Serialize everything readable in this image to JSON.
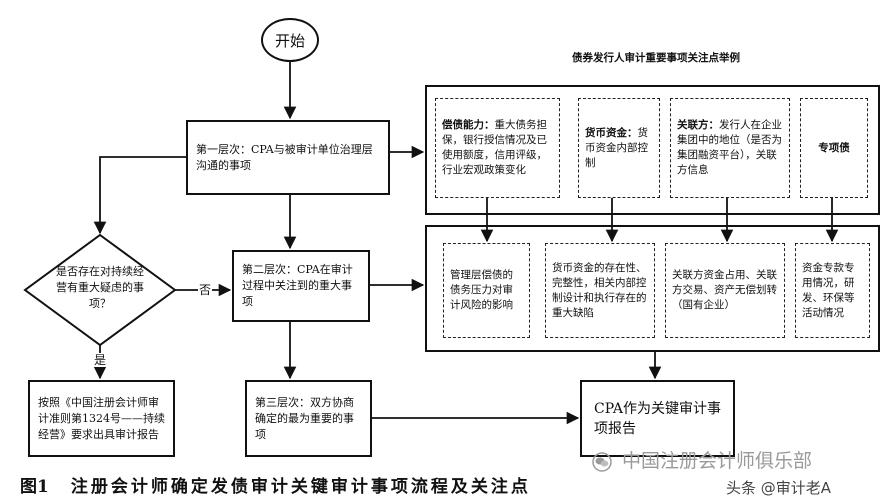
{
  "diagram_title": "债券发行人审计重要事项关注点举例",
  "start_label": "开始",
  "level1": "第一层次：CPA与被审计单位治理层沟通的事项",
  "level2": "第二层次：CPA在审计过程中关注到的重大事项",
  "level3": "第三层次：双方协商确定的最为重要的事项",
  "decision": {
    "question": "是否存在对持续经营有重大疑虑的事项？",
    "yes_label": "是",
    "no_label": "否"
  },
  "going_concern_report": "按照《中国注册会计师审计准则第1324号——持续经营》要求出具审计报告",
  "kam_report": "CPA作为关键审计事项报告",
  "focus_points": [
    {
      "heading": "偿债能力：",
      "text": "重大债务担保，银行授信情况及已使用额度，信用评级，行业宏观政策变化"
    },
    {
      "heading": "货币资金：",
      "text": "货币资金内部控制"
    },
    {
      "heading": "关联方：",
      "text": "发行人在企业集团中的地位（是否为集团融资平台），关联方信息"
    },
    {
      "heading": "专项债"
    }
  ],
  "audit_concerns": [
    "管理层偿债的债务压力对审计风险的影响",
    "货币资金的存在性、完整性，相关内部控制设计和执行存在的重大缺陷",
    "关联方资金占用、关联方交易、资产无偿划转（国有企业）",
    "资金专款专用情况，研发、环保等活动情况"
  ],
  "caption": {
    "label": "图1",
    "text": "注册会计师确定发债审计关键审计事项流程及关注点"
  },
  "watermark": {
    "line1": "中国注册会计师俱乐部",
    "line2": "头条 @审计老A",
    "icon": "wechat-icon"
  },
  "colors": {
    "line": "#111111",
    "background": "#ffffff",
    "watermark": "#9a9a9a"
  }
}
